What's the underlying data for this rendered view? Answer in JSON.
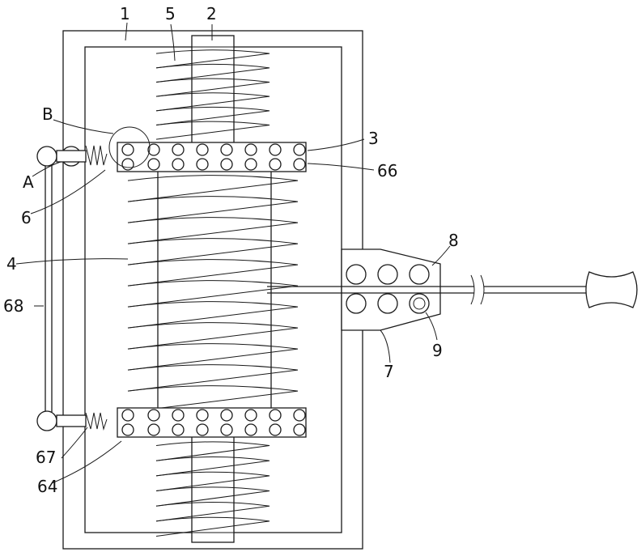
{
  "labels": {
    "l1": "1",
    "l2": "2",
    "l3": "3",
    "l4": "4",
    "l5": "5",
    "l6": "6",
    "l7": "7",
    "l8": "8",
    "l9": "9",
    "l64": "64",
    "l66": "66",
    "l67": "67",
    "l68": "68",
    "lA": "A",
    "lB": "B"
  }
}
